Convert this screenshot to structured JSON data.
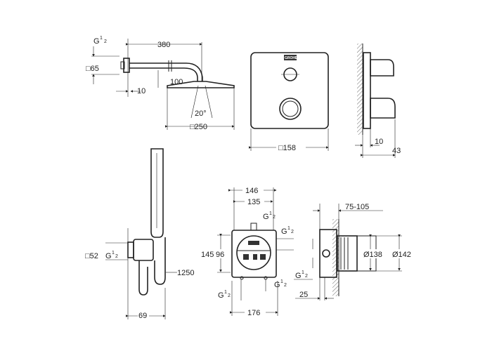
{
  "drawing": {
    "brand_logo": "GROHE",
    "shower_arm": {
      "thread": "G",
      "thread_frac_num": "1",
      "thread_frac_den": "2",
      "flange_size": "□65",
      "arm_length": "380",
      "drop": "100",
      "flange_depth": "10",
      "spray_angle": "20°",
      "head_size": "□250"
    },
    "thermostat_plate": {
      "plate_size": "□158"
    },
    "side_view": {
      "plate_depth": "10",
      "total_depth": "43"
    },
    "hand_shower": {
      "outlet_size": "□52",
      "thread": "G",
      "thread_frac_num": "1",
      "thread_frac_den": "2",
      "hose_length": "1250",
      "projection": "69"
    },
    "rough_in_front": {
      "width_outer": "146",
      "width_inner": "135",
      "height_outer": "145",
      "height_inner": "96",
      "bottom_width": "176",
      "thread": "G",
      "thread_frac_num": "1",
      "thread_frac_den": "2"
    },
    "rough_in_side": {
      "install_depth": "75-105",
      "diameter_inner": "Ø138",
      "diameter_outer": "Ø142",
      "offset": "25",
      "thread": "G",
      "thread_frac_num": "1",
      "thread_frac_den": "2"
    }
  }
}
